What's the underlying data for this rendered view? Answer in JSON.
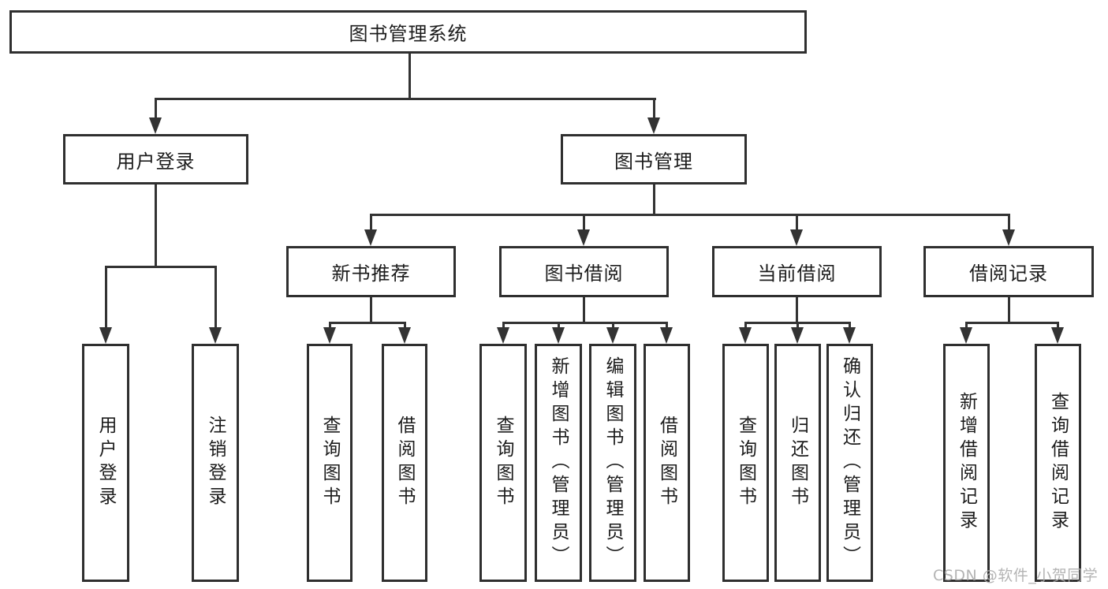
{
  "diagram": {
    "type": "tree-structure-diagram",
    "watermark": "CSDN @软件_小贺同学",
    "colors": {
      "background": "#ffffff",
      "box_border": "#2f2f2f",
      "connector_line": "#333333",
      "text": "#1c1c1c",
      "watermark": "#acacac"
    },
    "nodes": {
      "root": {
        "label": "图书管理系统"
      },
      "user_login": {
        "label": "用户登录"
      },
      "book_management": {
        "label": "图书管理"
      },
      "new_book_recommend": {
        "label": "新书推荐"
      },
      "book_borrow": {
        "label": "图书借阅"
      },
      "current_borrow": {
        "label": "当前借阅"
      },
      "borrow_records": {
        "label": "借阅记录"
      },
      "user_login_leaf": {
        "label": "用户登录"
      },
      "logout_leaf": {
        "label": "注销登录"
      },
      "query_book_a": {
        "label": "查询图书"
      },
      "borrow_book_a": {
        "label": "借阅图书"
      },
      "query_book_b": {
        "label": "查询图书"
      },
      "add_book_admin": {
        "label": "新增图书（管理员）"
      },
      "edit_book_admin": {
        "label": "编辑图书（管理员）"
      },
      "borrow_book_b": {
        "label": "借阅图书"
      },
      "query_book_c": {
        "label": "查询图书"
      },
      "return_book": {
        "label": "归还图书"
      },
      "confirm_return_admin": {
        "label": "确认归还（管理员）"
      },
      "add_borrow_record": {
        "label": "新增借阅记录"
      },
      "query_borrow_record": {
        "label": "查询借阅记录"
      }
    },
    "edges": [
      "图书管理系统→用户登录",
      "图书管理系统→图书管理",
      "用户登录→用户登录",
      "用户登录→注销登录",
      "图书管理→新书推荐",
      "图书管理→图书借阅",
      "图书管理→当前借阅",
      "图书管理→借阅记录",
      "新书推荐→查询图书",
      "新书推荐→借阅图书",
      "图书借阅→查询图书",
      "图书借阅→新增图书（管理员）",
      "图书借阅→编辑图书（管理员）",
      "图书借阅→借阅图书",
      "当前借阅→查询图书",
      "当前借阅→归还图书",
      "当前借阅→确认归还（管理员）",
      "借阅记录→新增借阅记录",
      "借阅记录→查询借阅记录"
    ]
  }
}
